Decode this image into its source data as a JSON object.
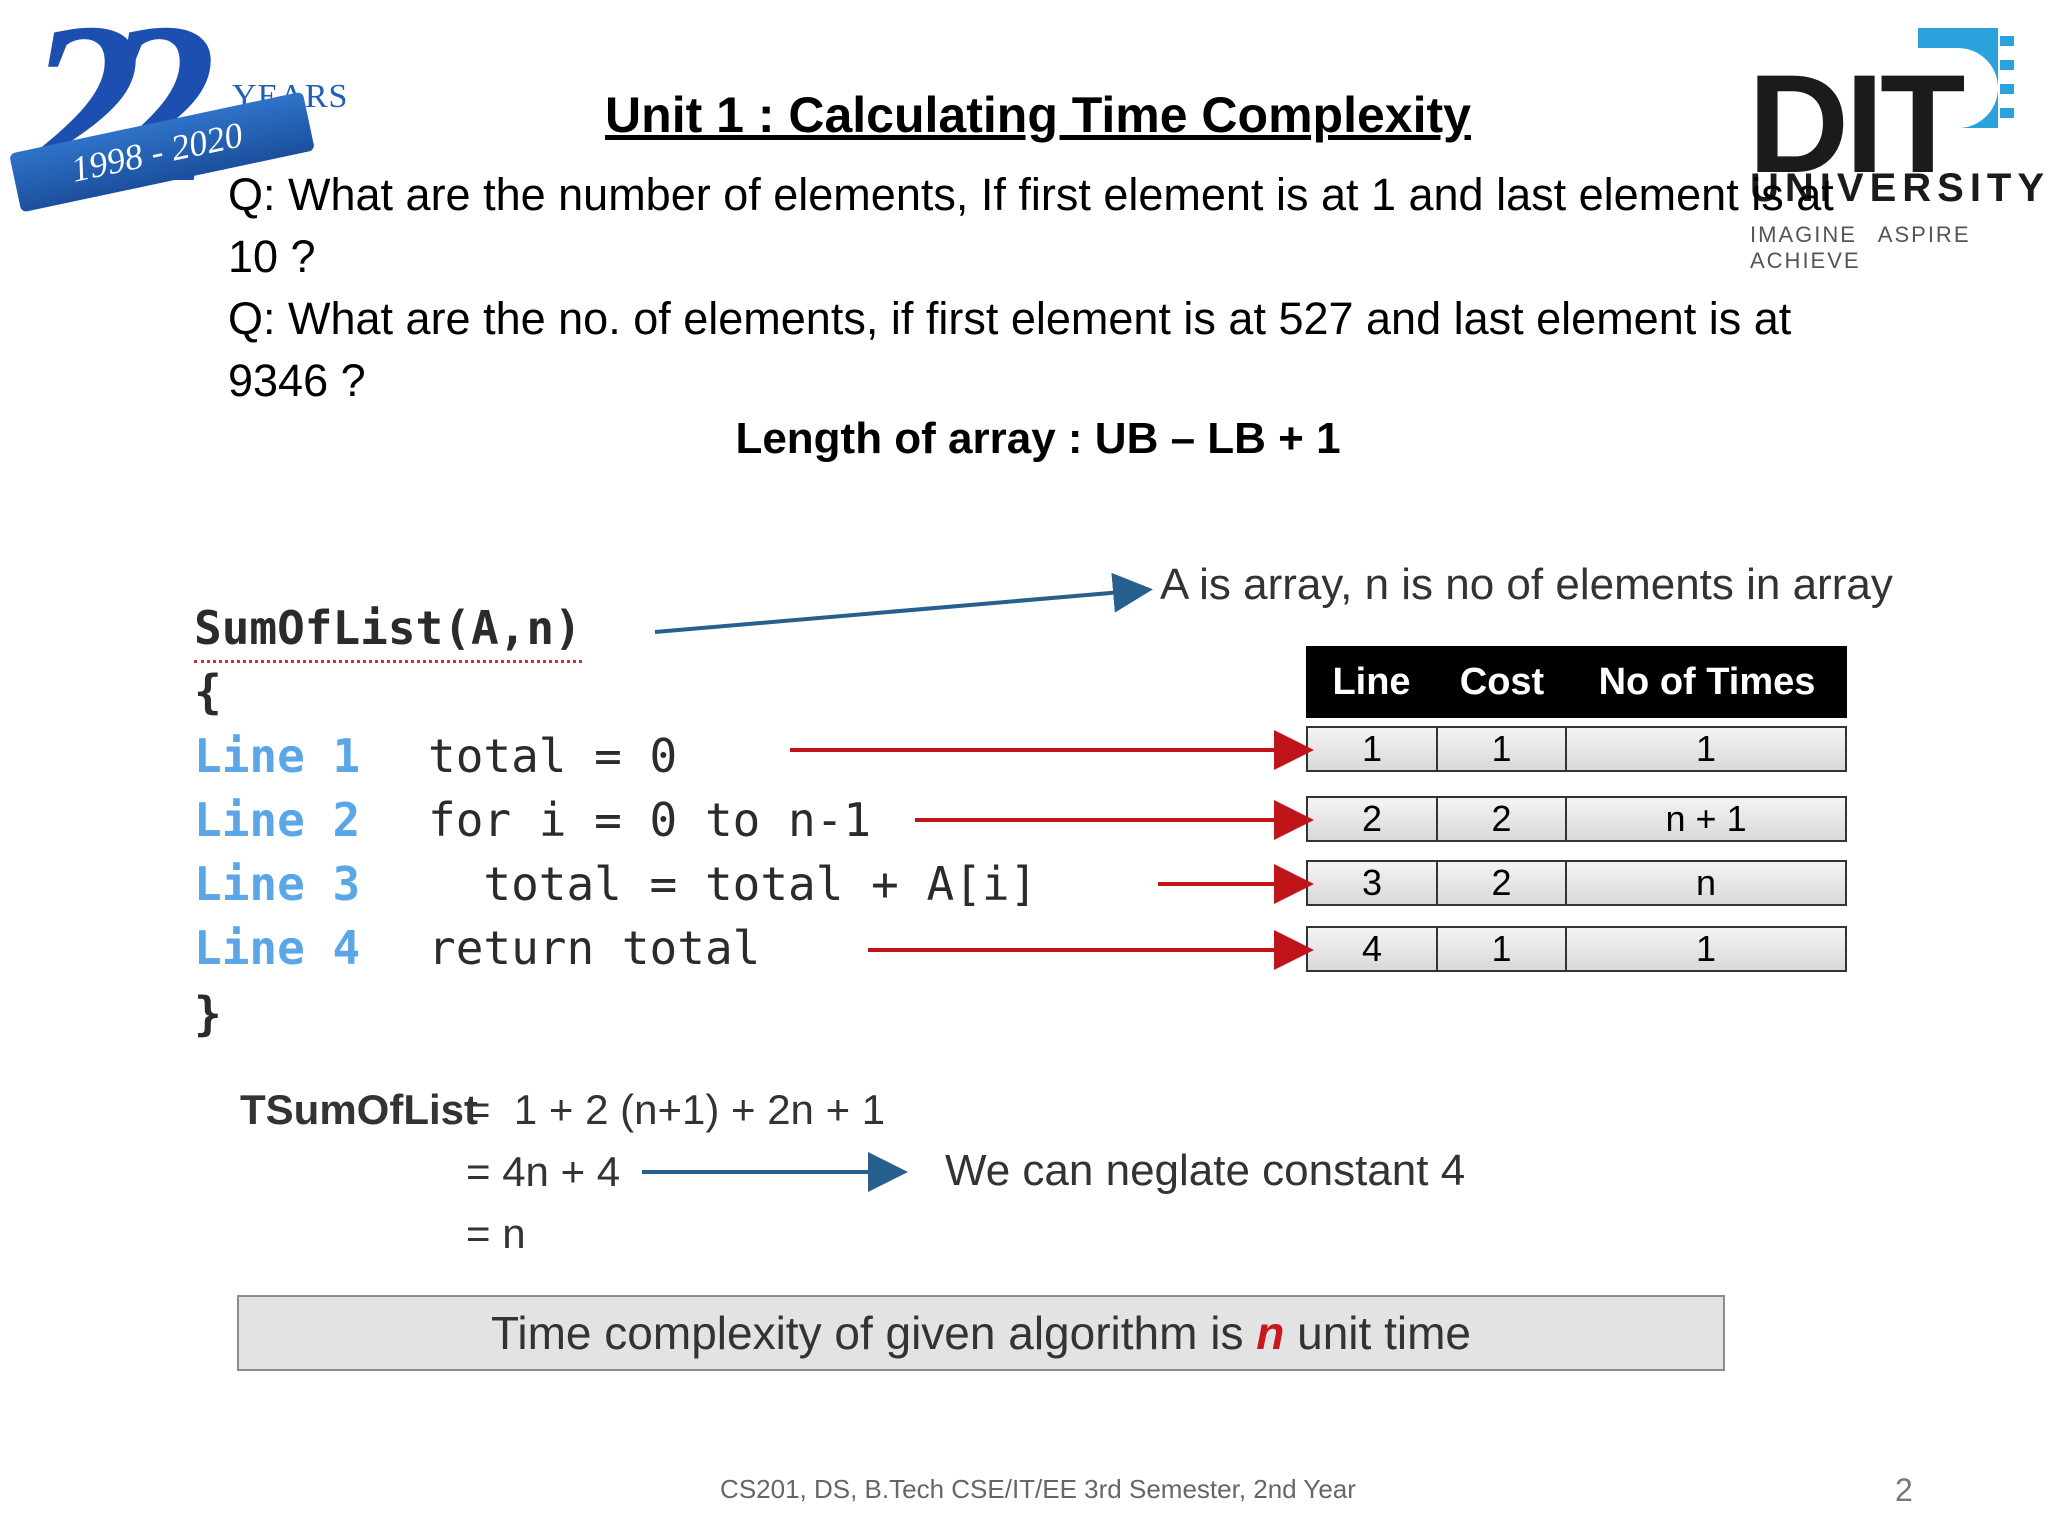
{
  "logo_left": {
    "years": "YEARS",
    "number": "22",
    "ribbon": "1998 - 2020"
  },
  "logo_right": {
    "name": "DIT",
    "university": "UNIVERSITY",
    "tagline": "IMAGINE ASPIRE ACHIEVE"
  },
  "title": "Unit 1 : Calculating Time Complexity",
  "questions": [
    "Q: What are the number of elements, If first element is at 1 and last element is at 10 ?",
    "Q: What are the no. of elements, if first element is at 527 and last element is at 9346 ?"
  ],
  "formula": "Length of array : UB – LB + 1",
  "code": {
    "header": "SumOfList(A,n)",
    "open_brace": "{",
    "lines": [
      {
        "label": "Line 1",
        "code": "total = 0"
      },
      {
        "label": "Line 2",
        "code": "for i = 0 to n-1"
      },
      {
        "label": "Line 3",
        "code": "  total = total + A[i]"
      },
      {
        "label": "Line 4",
        "code": "return total"
      }
    ],
    "close_brace": "}"
  },
  "annotations": {
    "array_note": "A is array, n is no of elements in array",
    "neglate_note": "We can neglate constant 4"
  },
  "cost_table": {
    "headers": [
      "Line",
      "Cost",
      "No of Times"
    ],
    "rows": [
      [
        "1",
        "1",
        "1"
      ],
      [
        "2",
        "2",
        "n + 1"
      ],
      [
        "3",
        "2",
        "n"
      ],
      [
        "4",
        "1",
        "1"
      ]
    ]
  },
  "t_formula": {
    "label": "TSumOfList",
    "lines": [
      "=  1 + 2 (n+1) + 2n + 1",
      "= 4n + 4",
      "= n"
    ]
  },
  "result": {
    "prefix": "Time complexity of given algorithm is ",
    "highlight": "n",
    "suffix": " unit time"
  },
  "footer": "CS201, DS, B.Tech CSE/IT/EE 3rd Semester, 2nd Year",
  "page_number": "2",
  "colors": {
    "code_label": "#5aa6e6",
    "red_arrow": "#c0141b",
    "blue_arrow": "#275f8e",
    "highlight": "#c8171d"
  }
}
